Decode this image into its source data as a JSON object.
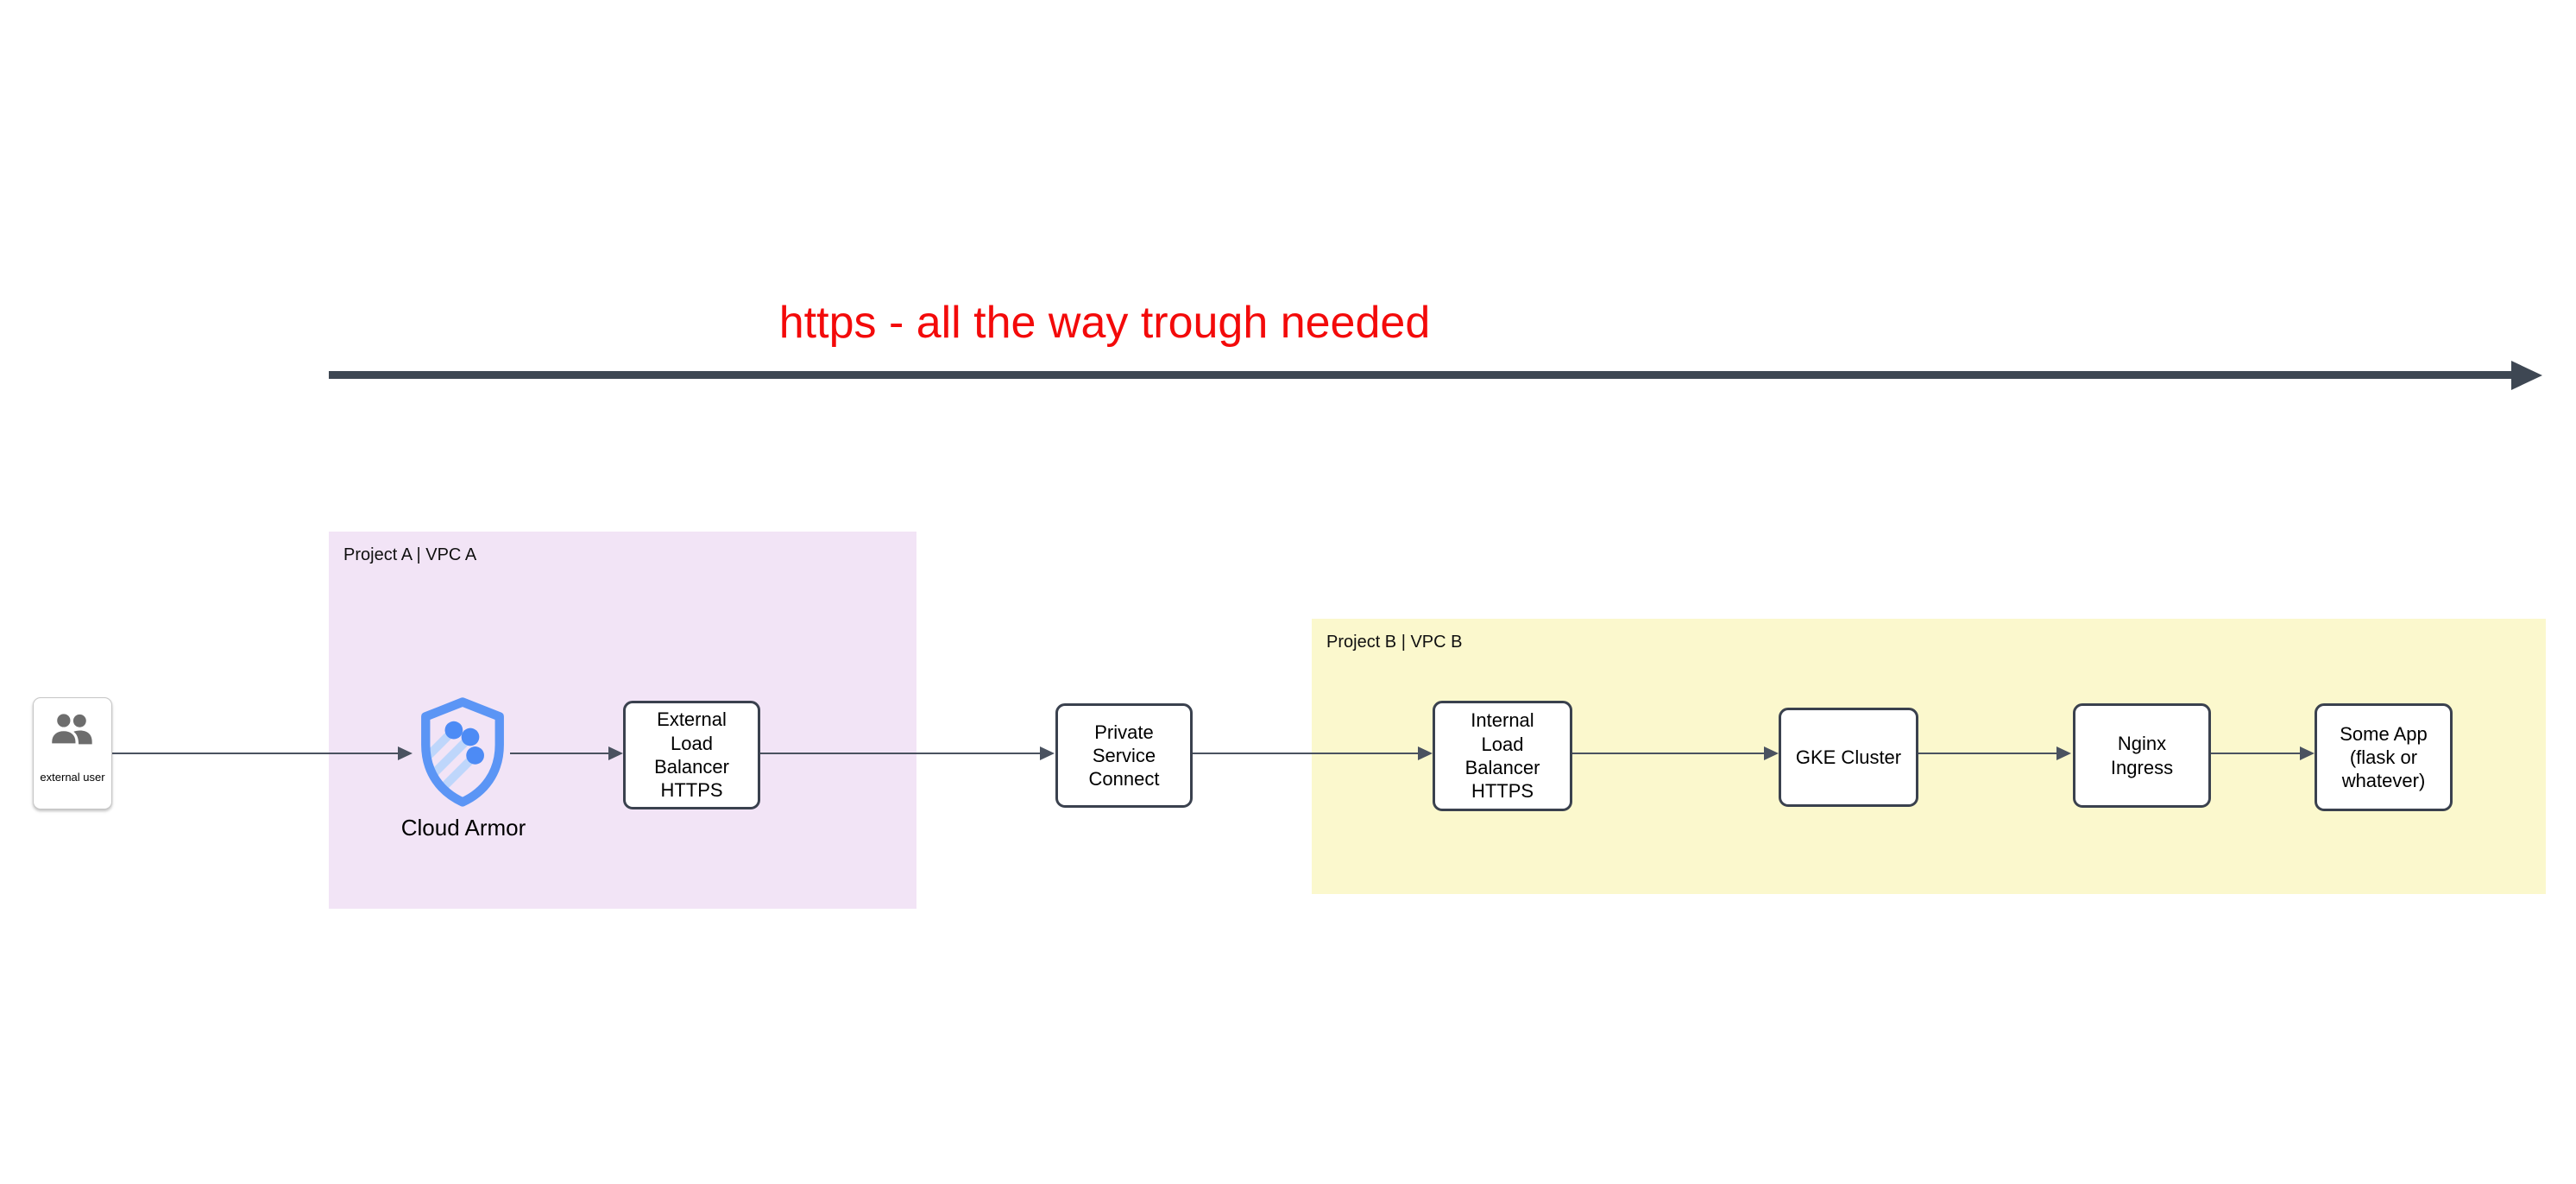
{
  "title": {
    "text": "https - all the way trough needed",
    "color": "#f30a0a"
  },
  "actor": {
    "label": "external user"
  },
  "cloud_armor": {
    "label": "Cloud Armor"
  },
  "regions": [
    {
      "label": "Project A | VPC A",
      "fill": "#f2e4f6"
    },
    {
      "label": "Project B | VPC B",
      "fill": "#fbf8cd"
    }
  ],
  "nodes": [
    {
      "label": "External\nLoad\nBalancer\nHTTPS"
    },
    {
      "label": "Private\nService\nConnect"
    },
    {
      "label": "Internal\nLoad\nBalancer\nHTTPS"
    },
    {
      "label": "GKE Cluster"
    },
    {
      "label": "Nginx\nIngress"
    },
    {
      "label": "Some App\n(flask or\nwhatever)"
    }
  ],
  "icons": {
    "users_icon": "two-person silhouette, gray #6d6d6d",
    "shield_icon": "blue shield with three dots and diagonal stripes"
  },
  "colors": {
    "big_arrow": "#3e4753",
    "connector": "#4a5260",
    "node_border": "#3a414e",
    "shield_outline": "#5b95f5",
    "shield_dots": "#4d8bf5",
    "shield_stripes": "#bed6fb",
    "people_gray": "#6d6d6d"
  }
}
